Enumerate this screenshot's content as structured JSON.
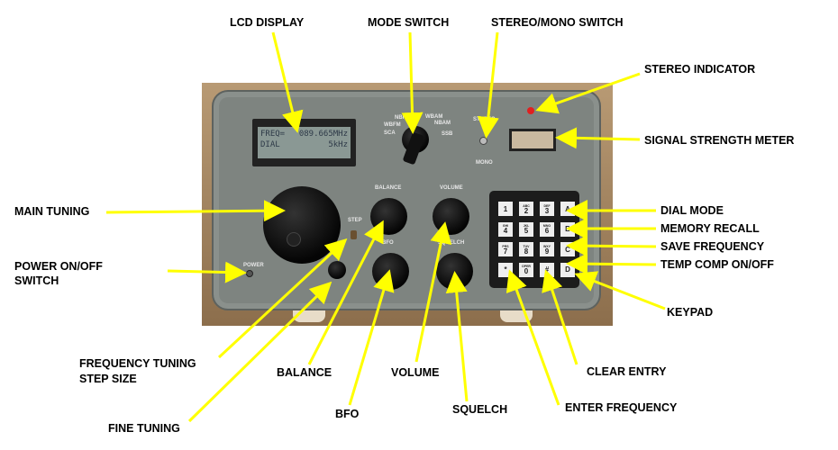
{
  "panel": {
    "lcd": {
      "line1_left": "FREQ=",
      "line1_right": "089.665MHz",
      "line2_left": "DIAL",
      "line2_right": "5kHz"
    },
    "mode_labels": [
      "NBFM",
      "WBFM",
      "SCA",
      "WBAM",
      "NBAM",
      "SSB"
    ],
    "stereo": "STEREO",
    "mono": "MONO",
    "power": "POWER",
    "step": "STEP",
    "balance": "BALANCE",
    "volume": "VOLUME",
    "bfo": "BFO",
    "squelch": "SQUELCH",
    "keypad": [
      {
        "key": "1",
        "sub": ""
      },
      {
        "key": "2",
        "sub": "ABC"
      },
      {
        "key": "3",
        "sub": "DEF"
      },
      {
        "key": "A",
        "sub": ""
      },
      {
        "key": "4",
        "sub": "GHI"
      },
      {
        "key": "5",
        "sub": "JKL"
      },
      {
        "key": "6",
        "sub": "MNO"
      },
      {
        "key": "B",
        "sub": ""
      },
      {
        "key": "7",
        "sub": "PRS"
      },
      {
        "key": "8",
        "sub": "TUV"
      },
      {
        "key": "9",
        "sub": "WXY"
      },
      {
        "key": "C",
        "sub": ""
      },
      {
        "key": "*",
        "sub": ""
      },
      {
        "key": "0",
        "sub": "OPER"
      },
      {
        "key": "#",
        "sub": ""
      },
      {
        "key": "D",
        "sub": ""
      }
    ]
  },
  "callouts": {
    "lcd_display": "LCD DISPLAY",
    "mode_switch": "MODE SWITCH",
    "stereo_mono_switch": "STEREO/MONO SWITCH",
    "stereo_indicator": "STEREO INDICATOR",
    "signal_strength_meter": "SIGNAL STRENGTH METER",
    "main_tuning": "MAIN TUNING",
    "dial_mode": "DIAL MODE",
    "memory_recall": "MEMORY RECALL",
    "save_frequency": "SAVE FREQUENCY",
    "temp_comp": "TEMP COMP ON/OFF",
    "power_1": "POWER ON/OFF",
    "power_2": "SWITCH",
    "keypad": "KEYPAD",
    "step_1": "FREQUENCY TUNING",
    "step_2": "STEP SIZE",
    "balance": "BALANCE",
    "volume": "VOLUME",
    "clear_entry": "CLEAR ENTRY",
    "bfo": "BFO",
    "squelch": "SQUELCH",
    "enter_frequency": "ENTER FREQUENCY",
    "fine_tuning": "FINE TUNING"
  },
  "colors": {
    "arrow": "#ffff00",
    "led": "#e02020"
  }
}
